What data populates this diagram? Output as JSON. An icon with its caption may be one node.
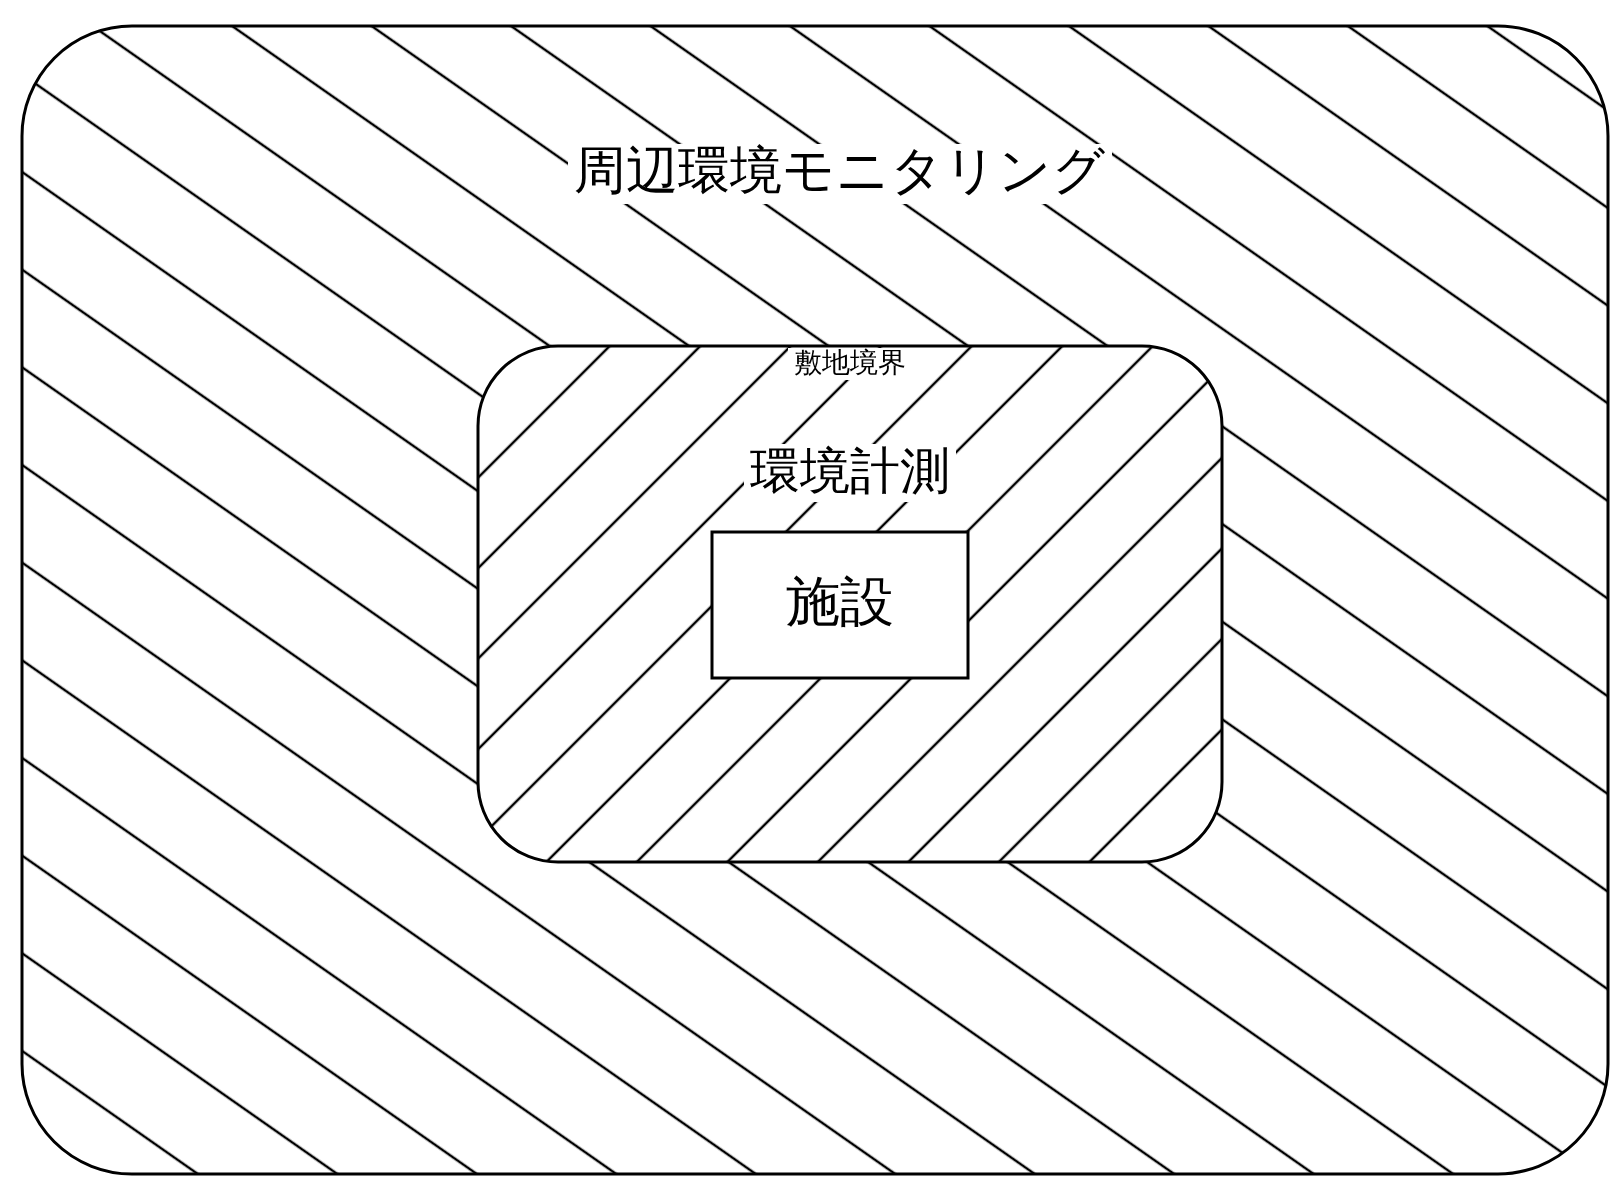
{
  "diagram": {
    "nodes": [
      {
        "text": [
          "周辺環境モニタリング"
        ]
      },
      {
        "text": [
          "敷地境界",
          "環境計測"
        ],
        "in": 0
      },
      {
        "text": [
          "施設"
        ],
        "in": 1
      }
    ]
  }
}
